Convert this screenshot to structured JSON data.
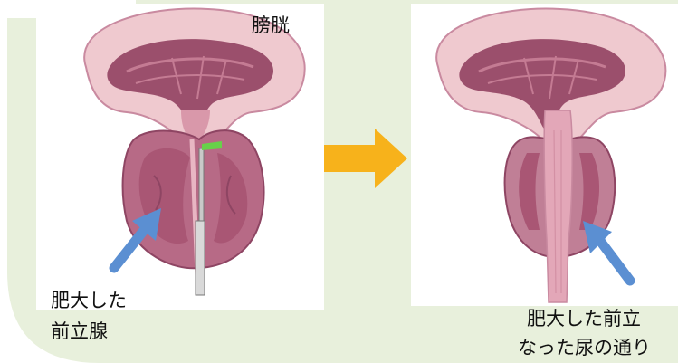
{
  "labels": {
    "bladder": "膀胱",
    "enlarged_prostate_line1": "肥大した",
    "enlarged_prostate_line2": "前立腺",
    "after_line1": "肥大した前立",
    "after_line2": "なった尿の通り"
  },
  "colors": {
    "background_green": "#e8f0dc",
    "arrow_orange": "#f7b21b",
    "pointer_blue": "#5b8fd2",
    "tissue_pink": "#c98aa0",
    "tissue_dark": "#8e4563",
    "tissue_light": "#efc9cf",
    "scope_green": "#67d14a"
  },
  "icons": {
    "transition_arrow": "arrow-right-icon",
    "pointer_left": "arrow-up-right-icon",
    "pointer_right": "arrow-up-left-icon"
  }
}
